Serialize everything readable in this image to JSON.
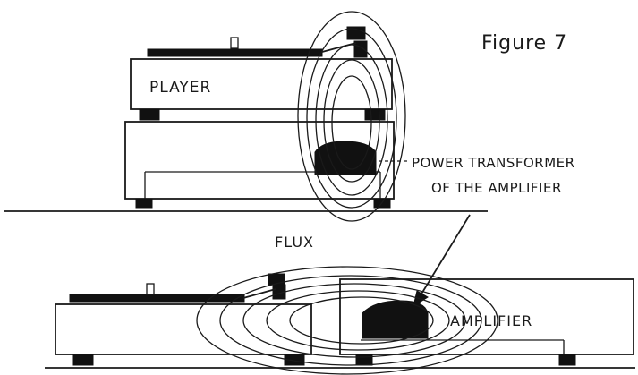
{
  "figure_title": "Figure 7",
  "labels": {
    "player": "PLAYER",
    "transformer_line1": "POWER TRANSFORMER",
    "transformer_line2": "OF THE AMPLIFIER",
    "flux": "FLUX",
    "amplifier": "AMPLIFIER"
  },
  "colors": {
    "ink": "#1a1a1a",
    "background": "#ffffff"
  }
}
